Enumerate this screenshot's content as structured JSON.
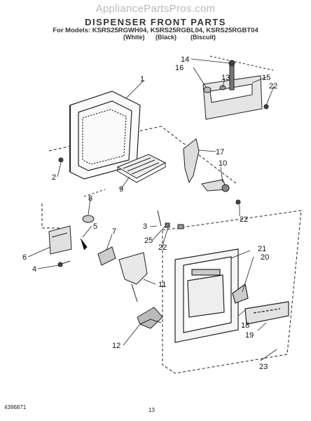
{
  "header": {
    "watermark": "AppliancePartsPros.com",
    "title": "DISPENSER FRONT PARTS",
    "models": "For Models: KSRS25RGWH04, KSRS25RGBL04, KSRS25RGBT04",
    "variants": [
      "(White)",
      "(Black)",
      "(Biscuit)"
    ]
  },
  "callouts": [
    "1",
    "2",
    "3",
    "4",
    "5",
    "6",
    "7",
    "8",
    "9",
    "10",
    "11",
    "12",
    "13",
    "14",
    "15",
    "16",
    "17",
    "18",
    "19",
    "20",
    "21",
    "22",
    "22",
    "22",
    "23",
    "25"
  ],
  "footer": {
    "part_number": "4396871",
    "page_number": "13"
  }
}
